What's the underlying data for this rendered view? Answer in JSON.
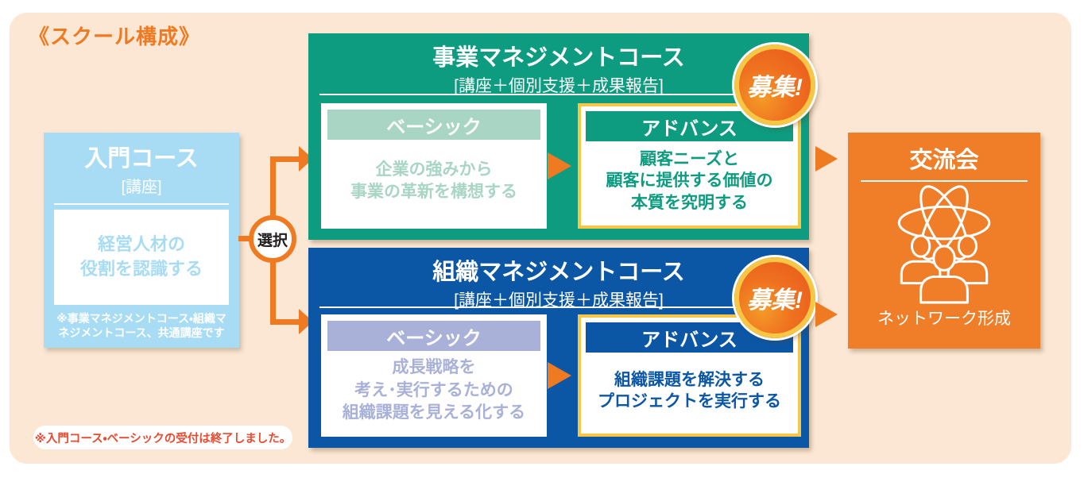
{
  "page_title": "《スクール構成》",
  "intro": {
    "title": "入門コース",
    "subtitle": "[講座]",
    "body": "経営人材の\n役割を認識する",
    "note": "※事業マネジメントコース・組織マ\nネジメントコース、共通講座です"
  },
  "selector_label": "選択",
  "business_course": {
    "title": "事業マネジメントコース",
    "subtitle": "[講座＋個別支援＋成果報告]",
    "badge": "募集!",
    "basic_label": "ベーシック",
    "basic_body": "企業の強みから\n事業の革新を構想する",
    "advance_label": "アドバンス",
    "advance_body": "顧客ニーズと\n顧客に提供する価値の\n本質を究明する"
  },
  "organization_course": {
    "title": "組織マネジメントコース",
    "subtitle": "[講座＋個別支援＋成果報告]",
    "badge": "募集!",
    "basic_label": "ベーシック",
    "basic_body": "成長戦略を\n考え･実行するための\n組織課題を見える化する",
    "advance_label": "アドバンス",
    "advance_body": "組織課題を解決する\nプロジェクトを実行する"
  },
  "exchange": {
    "title": "交流会",
    "label": "ネットワーク形成",
    "icon": "people-network-icon"
  },
  "footer_note": "※入門コース・ベーシックの受付は終了しました。",
  "colors": {
    "board_background": "#FBE7D3",
    "accent_orange": "#F07A21",
    "teal": "#0E9C80",
    "teal_light": "#A9D5C5",
    "blue": "#0B57A6",
    "lavender": "#A9B1D9",
    "light_blue": "#A8DCF5",
    "gold": "#F7C644",
    "alert_red": "#E94B30"
  }
}
